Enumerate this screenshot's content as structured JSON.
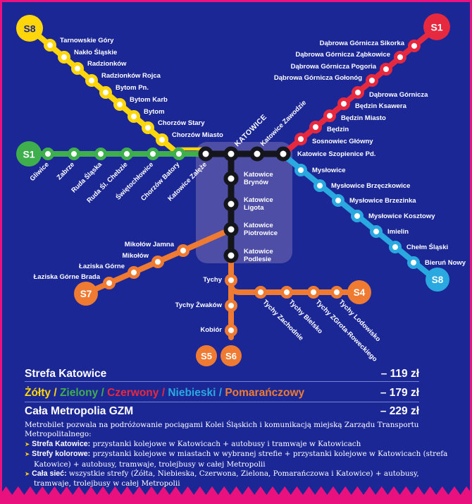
{
  "colors": {
    "background": "#1b2795",
    "zone": "#4e4ea6",
    "pink": "#e8117e",
    "yellow": "#ffd60a",
    "green": "#3fae4c",
    "red": "#e7293f",
    "blue": "#2aa9e0",
    "orange": "#ef7b33",
    "black_line": "#15151c",
    "white": "#ffffff",
    "badge_text_dark": "#1b2795"
  },
  "map": {
    "lines": {
      "yellow": {
        "badge": "S8",
        "stations": [
          "Tarnowskie Góry",
          "Nakło Śląskie",
          "Radzionków",
          "Radzionków Rojca",
          "Bytom Pn.",
          "Bytom Karb",
          "Bytom",
          "Chorzów Stary",
          "Chorzów Miasto"
        ]
      },
      "green": {
        "badge": "S1",
        "stations": [
          "Gliwice",
          "Zabrze",
          "Ruda Śląska",
          "Ruda Śl. Chebzie",
          "Świętochłowice",
          "Chorzów Batory"
        ]
      },
      "black_horizontal": {
        "stations": [
          "Katowice Załęże",
          "KATOWICE",
          "Katowice Zawodzie",
          "Katowice Szopienice Pd."
        ]
      },
      "black_vertical": {
        "stations": [
          "Katowice Brynów",
          "Katowice Ligota",
          "Katowice Piotrowice",
          "Katowice Podlesie"
        ]
      },
      "red": {
        "badge": "S1",
        "stations": [
          "Dąbrowa Górnicza Sikorka",
          "Dąbrowa Górnicza Ząbkowice",
          "Dąbrowa Górnicza Pogoria",
          "Dąbrowa Górnicza Gołonóg",
          "Dąbrowa Górnicza",
          "Będzin Ksawera",
          "Będzin Miasto",
          "Będzin",
          "Sosnowiec Główny"
        ]
      },
      "blue": {
        "badge": "S8",
        "stations": [
          "Mysłowice",
          "Mysłowice Brzęczkowice",
          "Mysłowice Brzezinka",
          "Mysłowice Kosztowy",
          "Imielin",
          "Chełm Śląski",
          "Bieruń Nowy"
        ]
      },
      "orange_s7": {
        "badge": "S7",
        "stations": [
          "Łaziska Górne Brada",
          "Łaziska Górne",
          "Mikołów",
          "Mikołów Jamna"
        ]
      },
      "orange_south": {
        "stations": [
          "Tychy",
          "Tychy Żwaków",
          "Kobiór"
        ]
      },
      "orange_s4": {
        "badge": "S4",
        "stations": [
          "Tychy Zachodnie",
          "Tychy Bielsko",
          "Tychy ZGrota-Roweckiego",
          "Tychy Lodowisko"
        ]
      },
      "terminal_badges": [
        "S5",
        "S6"
      ]
    }
  },
  "pricing": {
    "rows": [
      {
        "label": "Strefa Katowice",
        "price": "– 119 zł"
      },
      {
        "parts": [
          {
            "text": "Żółty",
            "color": "yellow"
          },
          {
            "text": "/",
            "color": "yellow"
          },
          {
            "text": "Zielony",
            "color": "green"
          },
          {
            "text": "/",
            "color": "green"
          },
          {
            "text": "Czerwony",
            "color": "red"
          },
          {
            "text": "/",
            "color": "red"
          },
          {
            "text": "Niebieski",
            "color": "blue"
          },
          {
            "text": "/",
            "color": "blue"
          },
          {
            "text": "Pomarańczowy",
            "color": "orange"
          }
        ],
        "price": "– 179 zł"
      },
      {
        "label": "Cała Metropolia GZM",
        "price": "– 229 zł"
      }
    ]
  },
  "info": {
    "bullet_icon": "➤",
    "intro": "Metrobilet pozwala na podróżowanie pociągami Kolei Śląskich i komunikacją miejską Zarządu Transportu Metropolitalnego:",
    "bullets": [
      {
        "title": "Strefa Katowice:",
        "text": "przystanki kolejowe w Katowicach + autobusy i tramwaje w Katowicach"
      },
      {
        "title": "Strefy kolorowe:",
        "text": "przystanki kolejowe w miastach w wybranej strefie + przystanki kolejowe w Katowicach (strefa Katowice) + autobusy, tramwaje, trolejbusy w całej Metropolii"
      },
      {
        "title": "Cała sieć:",
        "text": "wszystkie strefy (Żółta, Niebieska, Czerwona, Zielona, Pomarańczowa i Katowice) + autobusy, tramwaje, trolejbusy w całej Metropolii"
      }
    ]
  }
}
